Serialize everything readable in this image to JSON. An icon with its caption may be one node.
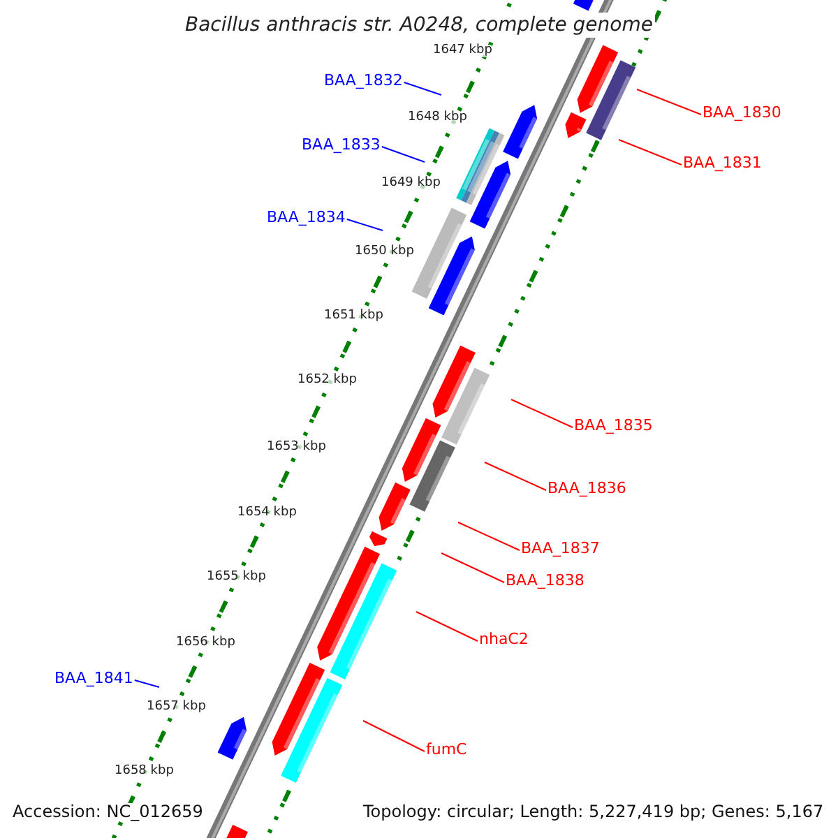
{
  "diagram": {
    "title": "Bacillus anthracis str. A0248, complete genome",
    "nodes": [
      {
        "text": [
          "BAA_1832"
        ]
      },
      {
        "text": [
          "BAA_1830"
        ]
      },
      {
        "text": [
          "BAA_1833"
        ]
      },
      {
        "text": [
          "BAA_1831"
        ]
      },
      {
        "text": [
          "BAA_1834"
        ]
      },
      {
        "text": [
          "BAA_1835"
        ]
      },
      {
        "text": [
          "BAA_1836"
        ]
      },
      {
        "text": [
          "BAA_1837"
        ]
      },
      {
        "text": [
          "BAA_1838"
        ]
      },
      {
        "text": [
          "nhaC2"
        ]
      },
      {
        "text": [
          "BAA_1841"
        ]
      },
      {
        "text": [
          "fumC"
        ]
      }
    ],
    "edges": [
      {
        "from": 0,
        "to": null,
        "arrow": "none",
        "color": "#0000ff"
      },
      {
        "from": 1,
        "to": null,
        "arrow": "none"
      },
      {
        "from": 2,
        "to": null,
        "arrow": "none",
        "color": "#0000ff"
      },
      {
        "from": 3,
        "to": null,
        "arrow": "none"
      },
      {
        "from": 4,
        "to": null,
        "arrow": "none",
        "color": "#0000ff"
      },
      {
        "from": 5,
        "to": null,
        "arrow": "none"
      },
      {
        "from": 6,
        "to": null,
        "arrow": "none"
      },
      {
        "from": 7,
        "to": null,
        "arrow": "none"
      },
      {
        "from": 8,
        "to": null,
        "arrow": "none"
      },
      {
        "from": 9,
        "to": null,
        "arrow": "none"
      },
      {
        "from": 10,
        "to": null,
        "arrow": "none",
        "color": "#0000ff"
      },
      {
        "from": 11,
        "to": null,
        "arrow": "none"
      }
    ],
    "labels": [
      "1647 kbp",
      "1648 kbp",
      "1649 kbp",
      "1650 kbp",
      "1651 kbp",
      "1652 kbp",
      "1653 kbp",
      "1654 kbp",
      "1655 kbp",
      "1656 kbp",
      "1657 kbp",
      "1658 kbp",
      "Accession: NC_012659",
      "Topology: circular; Length: 5,227,419 bp; Genes: 5,167"
    ]
  }
}
